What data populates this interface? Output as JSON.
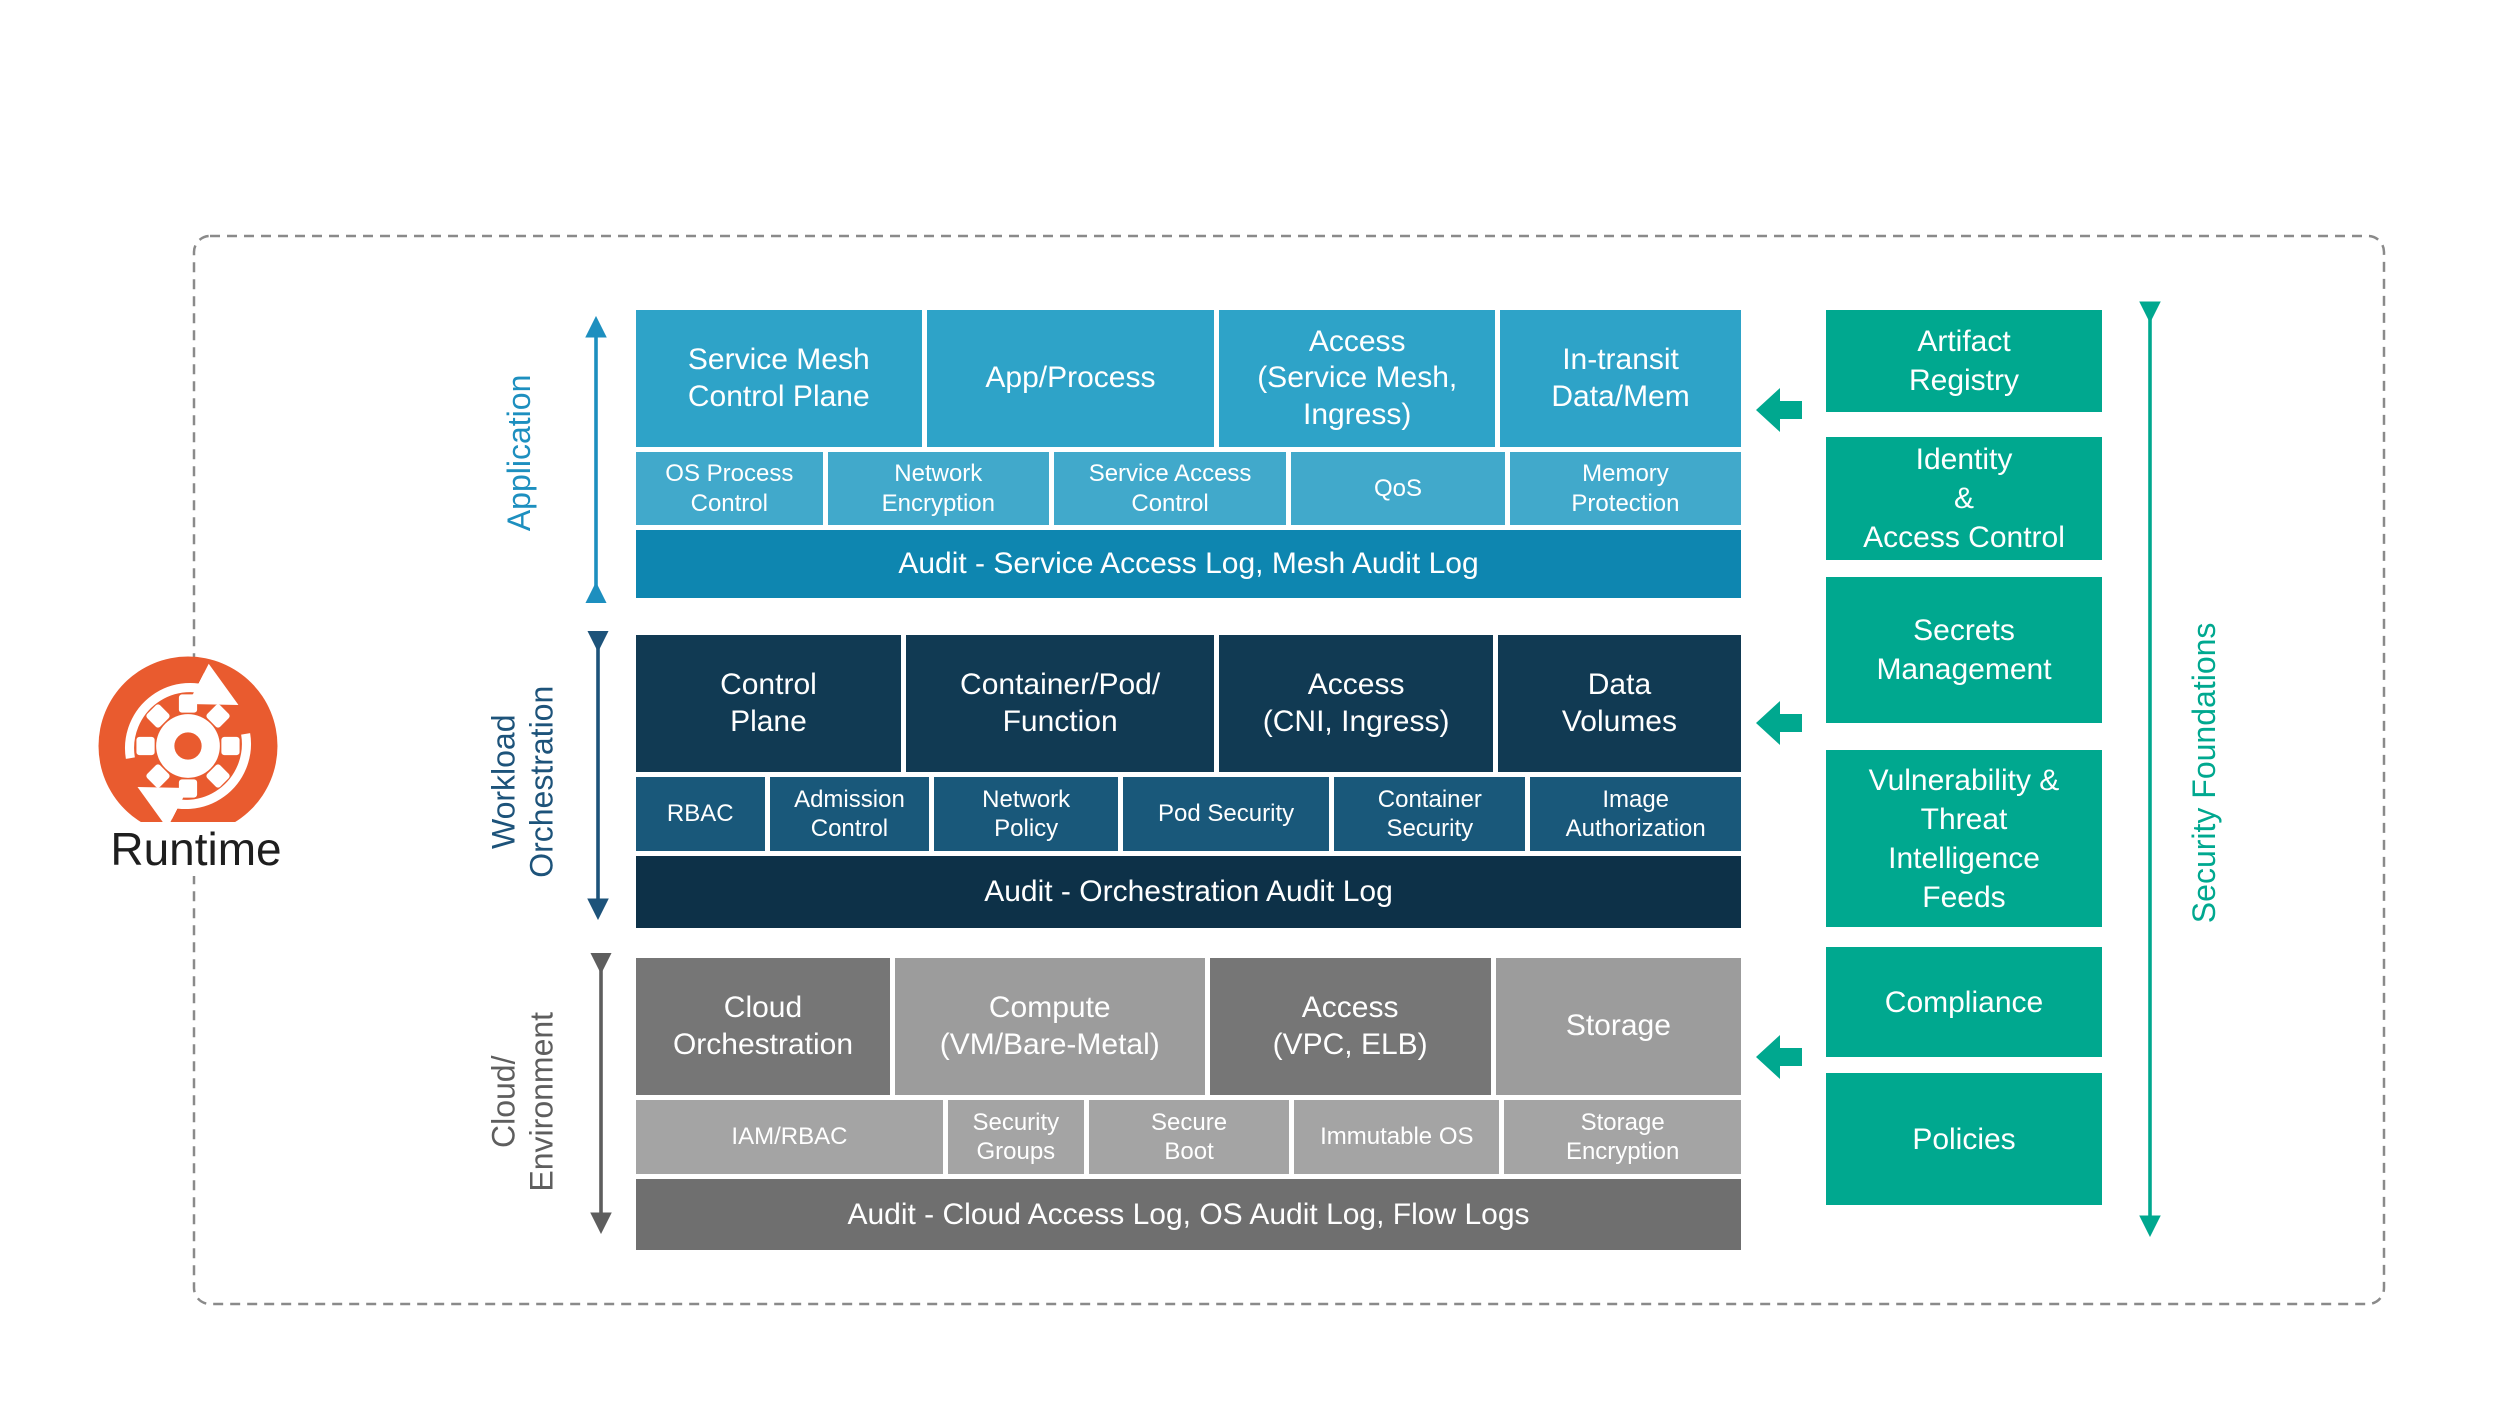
{
  "runtime": {
    "label": "Runtime"
  },
  "layers": [
    {
      "label": "Application",
      "workloads": [
        "Service Mesh\nControl Plane",
        "App/Process",
        "Access\n(Service Mesh,\nIngress)",
        "In-transit\nData/Mem"
      ],
      "controls": [
        "OS Process\nControl",
        "Network\nEncryption",
        "Service Access\nControl",
        "QoS",
        "Memory\nProtection"
      ],
      "audit": "Audit - Service Access Log, Mesh Audit Log"
    },
    {
      "label": "Workload\nOrchestration",
      "workloads": [
        "Control\nPlane",
        "Container/Pod/\nFunction",
        "Access\n(CNI, Ingress)",
        "Data\nVolumes"
      ],
      "controls": [
        "RBAC",
        "Admission\nControl",
        "Network\nPolicy",
        "Pod Security",
        "Container\nSecurity",
        "Image\nAuthorization"
      ],
      "audit": "Audit - Orchestration Audit Log"
    },
    {
      "label": "Cloud/\nEnvironment",
      "workloads": [
        "Cloud\nOrchestration",
        "Compute\n(VM/Bare-Metal)",
        "Access\n(VPC, ELB)",
        "Storage"
      ],
      "controls": [
        "IAM/RBAC",
        "Security\nGroups",
        "Secure\nBoot",
        "Immutable OS",
        "Storage\nEncryption"
      ],
      "audit": "Audit - Cloud Access Log, OS Audit Log, Flow Logs"
    }
  ],
  "security_foundations": {
    "label": "Security Foundations",
    "boxes": [
      "Artifact\nRegistry",
      "Identity\n&\nAccess Control",
      "Secrets\nManagement",
      "Vulnerability &\nThreat\nIntelligence\nFeeds",
      "Compliance",
      "Policies"
    ]
  },
  "icons": {
    "runtime": "gear-sync-icon",
    "layer_span": "double-headed-vertical-arrow",
    "foundation_flow": "left-block-arrow"
  },
  "colors": {
    "app_workload": "#2ea3c8",
    "app_control": "#41a9cb",
    "app_audit": "#0e86b0",
    "app_accent": "#1d8fbf",
    "workload_workload": "#113a53",
    "workload_control": "#19587a",
    "workload_audit": "#0d3148",
    "workload_accent": "#1d537a",
    "cloud_dark": "#767676",
    "cloud_light": "#9c9c9c",
    "cloud_control": "#a4a4a4",
    "cloud_audit": "#6f6f6f",
    "cloud_accent": "#5e5e5e",
    "green": "#00a88f",
    "runtime_orange": "#e95b2f",
    "frame_dash": "#8a8a8a"
  }
}
